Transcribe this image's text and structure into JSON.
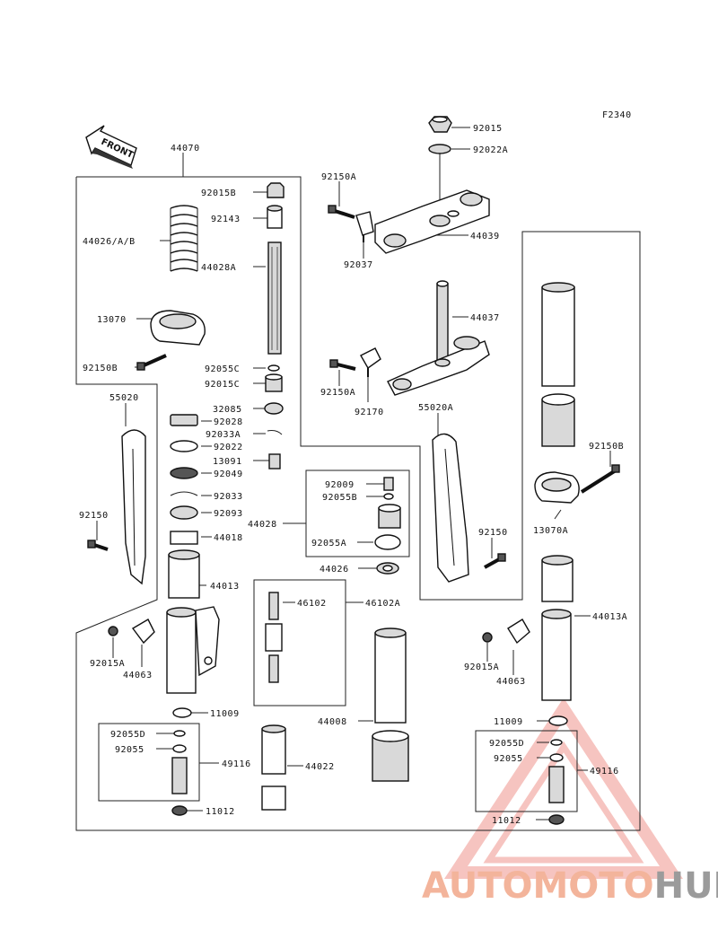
{
  "figure_code": "F2340",
  "front_label": "FRONT",
  "watermark": {
    "part1": "AUTOMOTO",
    "part2": "HUB",
    "color1": "#f2a88a",
    "color2": "#8a8a8a",
    "triangle_color": "#e23a2a"
  },
  "labels": [
    {
      "id": "44070",
      "text": "44070"
    },
    {
      "id": "92015",
      "text": "92015"
    },
    {
      "id": "92022A",
      "text": "92022A"
    },
    {
      "id": "92150A_top",
      "text": "92150A"
    },
    {
      "id": "44039",
      "text": "44039"
    },
    {
      "id": "92037",
      "text": "92037"
    },
    {
      "id": "92015B",
      "text": "92015B"
    },
    {
      "id": "92143",
      "text": "92143"
    },
    {
      "id": "44026AB",
      "text": "44026/A/B"
    },
    {
      "id": "44028A",
      "text": "44028A"
    },
    {
      "id": "13070",
      "text": "13070"
    },
    {
      "id": "92150B_left",
      "text": "92150B"
    },
    {
      "id": "92055C",
      "text": "92055C"
    },
    {
      "id": "92015C",
      "text": "92015C"
    },
    {
      "id": "44037",
      "text": "44037"
    },
    {
      "id": "92150A_mid",
      "text": "92150A"
    },
    {
      "id": "92170",
      "text": "92170"
    },
    {
      "id": "55020",
      "text": "55020"
    },
    {
      "id": "32085",
      "text": "32085"
    },
    {
      "id": "92028",
      "text": "92028"
    },
    {
      "id": "92033A",
      "text": "92033A"
    },
    {
      "id": "92022",
      "text": "92022"
    },
    {
      "id": "13091",
      "text": "13091"
    },
    {
      "id": "92049",
      "text": "92049"
    },
    {
      "id": "92033",
      "text": "92033"
    },
    {
      "id": "92093",
      "text": "92093"
    },
    {
      "id": "44018",
      "text": "44018"
    },
    {
      "id": "55020A",
      "text": "55020A"
    },
    {
      "id": "92150B_right",
      "text": "92150B"
    },
    {
      "id": "92009",
      "text": "92009"
    },
    {
      "id": "92055B",
      "text": "92055B"
    },
    {
      "id": "44028",
      "text": "44028"
    },
    {
      "id": "92055A",
      "text": "92055A"
    },
    {
      "id": "92150_left",
      "text": "92150"
    },
    {
      "id": "92150_right",
      "text": "92150"
    },
    {
      "id": "13070A",
      "text": "13070A"
    },
    {
      "id": "44026",
      "text": "44026"
    },
    {
      "id": "44013",
      "text": "44013"
    },
    {
      "id": "46102",
      "text": "46102"
    },
    {
      "id": "46102A",
      "text": "46102A"
    },
    {
      "id": "44013A",
      "text": "44013A"
    },
    {
      "id": "92015A_left",
      "text": "92015A"
    },
    {
      "id": "44063_left",
      "text": "44063"
    },
    {
      "id": "92015A_right",
      "text": "92015A"
    },
    {
      "id": "44063_right",
      "text": "44063"
    },
    {
      "id": "11009_left",
      "text": "11009"
    },
    {
      "id": "44008",
      "text": "44008"
    },
    {
      "id": "11009_right",
      "text": "11009"
    },
    {
      "id": "92055D_left",
      "text": "92055D"
    },
    {
      "id": "92055_left",
      "text": "92055"
    },
    {
      "id": "49116_left",
      "text": "49116"
    },
    {
      "id": "44022",
      "text": "44022"
    },
    {
      "id": "92055D_right",
      "text": "92055D"
    },
    {
      "id": "92055_right",
      "text": "92055"
    },
    {
      "id": "49116_right",
      "text": "49116"
    },
    {
      "id": "11012_left",
      "text": "11012"
    },
    {
      "id": "11012_right",
      "text": "11012"
    }
  ]
}
